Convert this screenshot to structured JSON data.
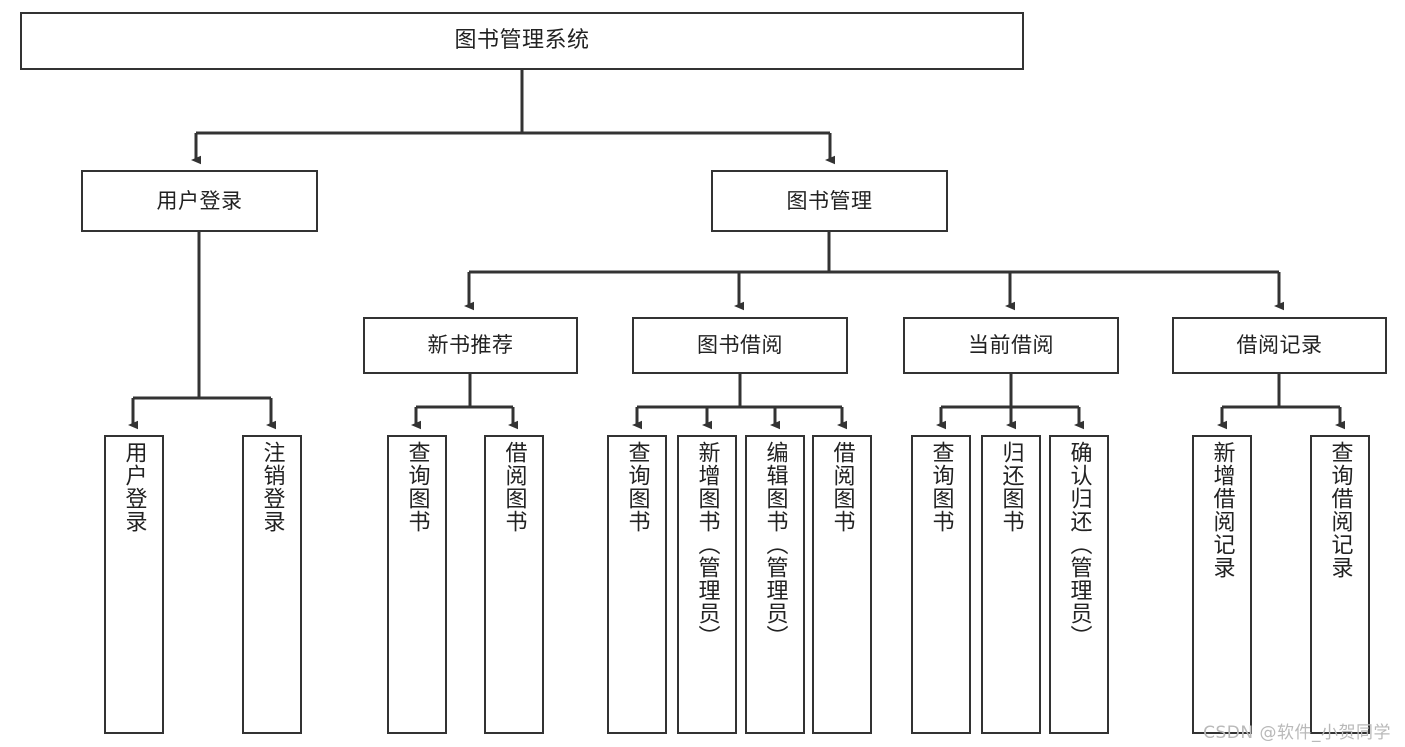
{
  "diagram": {
    "title": "图书管理系统",
    "type": "tree-hierarchy",
    "background_color": "#ffffff",
    "stroke_color": "#333333",
    "text_color": "#222222"
  },
  "watermark": {
    "text": "CSDN @软件_小贺同学",
    "color": "#b9b9b9"
  },
  "nodes": {
    "root": {
      "label": "图书管理系统"
    },
    "level2": [
      {
        "label": "用户登录"
      },
      {
        "label": "图书管理"
      }
    ],
    "level3": [
      {
        "label": "新书推荐"
      },
      {
        "label": "图书借阅"
      },
      {
        "label": "当前借阅"
      },
      {
        "label": "借阅记录"
      }
    ],
    "leaves_user_login": [
      {
        "label": "用户登录"
      },
      {
        "label": "注销登录"
      }
    ],
    "leaves_new_book": [
      {
        "label": "查询图书"
      },
      {
        "label": "借阅图书"
      }
    ],
    "leaves_borrow": [
      {
        "label": "查询图书"
      },
      {
        "label": "新增图书（管理员）"
      },
      {
        "label": "编辑图书（管理员）"
      },
      {
        "label": "借阅图书"
      }
    ],
    "leaves_current": [
      {
        "label": "查询图书"
      },
      {
        "label": "归还图书"
      },
      {
        "label": "确认归还（管理员）"
      }
    ],
    "leaves_records": [
      {
        "label": "新增借阅记录"
      },
      {
        "label": "查询借阅记录"
      }
    ]
  }
}
